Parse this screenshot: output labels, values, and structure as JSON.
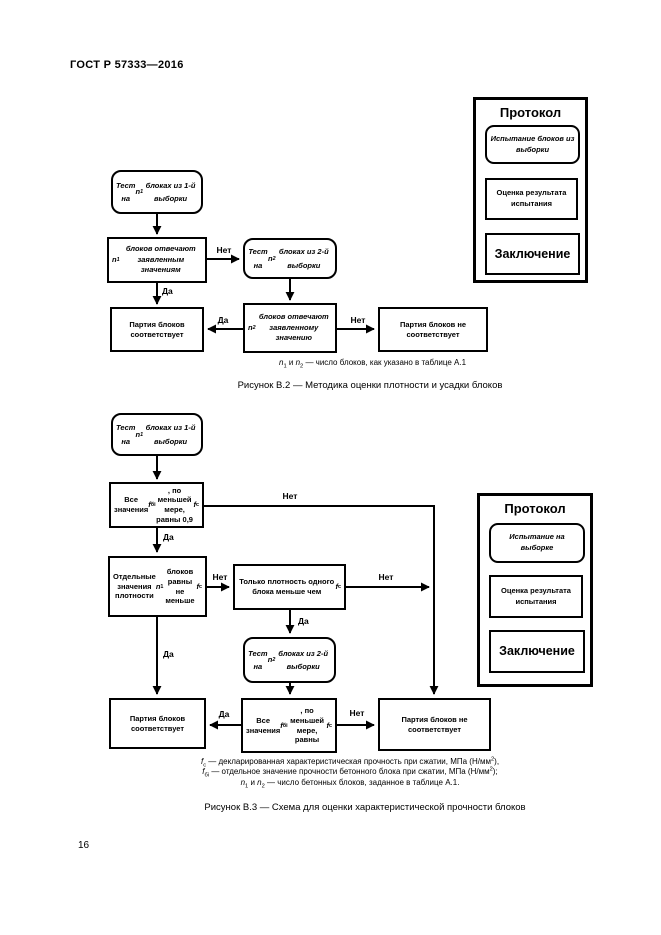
{
  "page": {
    "header": "ГОСТ Р 57333—2016",
    "page_number": "16"
  },
  "labels": {
    "yes": "Да",
    "no": "Нет"
  },
  "protocol1": {
    "title": "Протокол",
    "step1": "Испытание блоков из выборки",
    "step2": "Оценка результата испытания",
    "step3": "Заключение"
  },
  "protocol2": {
    "title": "Протокол",
    "step1": "Испытание на выборке",
    "step2": "Оценка результата испытания",
    "step3": "Заключение"
  },
  "figure_b2": {
    "nodes": {
      "test1": "Тест на <i>n</i><sub>1</sub> блоках из 1-й выборки",
      "cond1": "<i>n</i><sub>1</sub> блоков отвечают заявленным значениям",
      "test2": "Тест на <i>n</i><sub>2</sub> блоках из 2-й выборки",
      "pass": "Партия блоков соответствует",
      "cond2": "<i>n</i><sub>2</sub> блоков отвечают заявленному значению",
      "fail": "Партия блоков не соответствует"
    },
    "note": "<i>n</i><sub>1</sub> и <i>n</i><sub>2</sub> — число блоков, как указано  в таблице А.1",
    "caption": "Рисунок В.2 — Методика оценки плотности и усадки блоков"
  },
  "figure_b3": {
    "nodes": {
      "test1": "Тест на <i>n</i><sub>1</sub> блоках из 1-й выборки",
      "cond1": "Все значения <i>f</i><sub>бi</sub>, по меньшей мере, равны 0,9<i>f</i><sub>c</sub>",
      "cond2": "Отдельные значения плотности <i>n</i><sub>1</sub> блоков равны не меньше <i>f</i><sub>c</sub>",
      "cond3": "Только плотность одного блока меньше чем <i>f</i><sub>c</sub>",
      "test2": "Тест на <i>n</i><sub>2</sub> блоках из 2-й выборки",
      "cond4": "Все значения <i>f</i><sub>бi</sub>, по меньшей мере, равны <i>f</i><sub>c</sub>",
      "pass": "Партия блоков соответствует",
      "fail": "Партия блоков не соответствует"
    },
    "footnotes": [
      "<i>f</i><sub>c</sub> — декларированная характеристическая прочность при сжатии, МПа (Н/мм<sup>2</sup>),",
      "<i>f</i><sub>бi</sub> — отдельное значение прочности бетонного блока при сжатии, МПа (Н/мм<sup>2</sup>);",
      "<i>n</i><sub>1</sub> и <i>n</i><sub>2</sub> — число бетонных блоков, заданное в таблице А.1."
    ],
    "caption": "Рисунок В.3 — Схема для оценки характеристической прочности блоков"
  }
}
